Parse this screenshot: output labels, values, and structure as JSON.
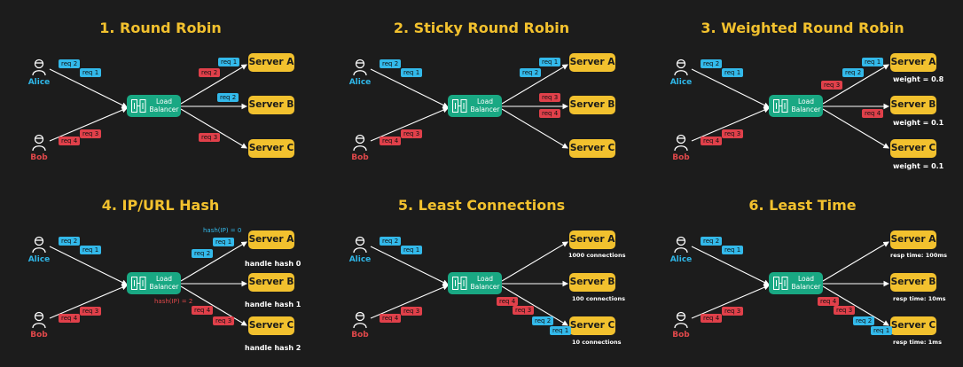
{
  "colors": {
    "background": "#1c1c1c",
    "title": "#f2c12e",
    "server": "#f2c12e",
    "load_balancer": "#19a883",
    "alice": "#2fb7e8",
    "bob": "#e0484a",
    "request_blue": "#33b9ea",
    "request_red": "#e0404a",
    "arrow": "#ffffff"
  },
  "common": {
    "alice": "Alice",
    "bob": "Bob",
    "lb_line1": "Load",
    "lb_line2": "Balancer",
    "server_a": "Server A",
    "server_b": "Server B",
    "server_c": "Server C",
    "person_icon": "user-icon",
    "lb_icon": "load-balancer-icon"
  },
  "panels": [
    {
      "title": "1. Round Robin",
      "alice_requests": [
        "req 2",
        "req 1"
      ],
      "bob_requests": [
        "req 4",
        "req 3"
      ],
      "to_a": [
        "req 1",
        "req 2"
      ],
      "to_b": [
        "req 2"
      ],
      "to_c": [
        "req 3"
      ]
    },
    {
      "title": "2. Sticky Round Robin",
      "alice_requests": [
        "req 2",
        "req 1"
      ],
      "bob_requests": [
        "req 4",
        "req 3"
      ],
      "to_a": [
        "req 1",
        "req 2"
      ],
      "to_b": [
        "req 3",
        "req 4"
      ],
      "to_c": []
    },
    {
      "title": "3. Weighted Round Robin",
      "alice_requests": [
        "req 2",
        "req 1"
      ],
      "bob_requests": [
        "req 4",
        "req 3"
      ],
      "to_a": [
        "req 1",
        "req 2",
        "req 3"
      ],
      "to_b": [
        "req 4"
      ],
      "to_c": [],
      "notes": [
        "weight = 0.8",
        "weight = 0.1",
        "weight = 0.1"
      ]
    },
    {
      "title": "4. IP/URL Hash",
      "alice_requests": [
        "req 2",
        "req 1"
      ],
      "bob_requests": [
        "req 4",
        "req 3"
      ],
      "to_a": [
        "req 1",
        "req 2"
      ],
      "to_b": [],
      "to_c": [
        "req 4",
        "req 3"
      ],
      "hash_top": "hash(IP) = 0",
      "hash_bottom": "hash(IP) = 2",
      "notes": [
        "handle hash 0",
        "handle hash 1",
        "handle hash 2"
      ]
    },
    {
      "title": "5. Least Connections",
      "alice_requests": [
        "req 2",
        "req 1"
      ],
      "bob_requests": [
        "req 4",
        "req 3"
      ],
      "to_a": [],
      "to_b": [],
      "to_c": [
        "req 4",
        "req 3",
        "req 2",
        "req 1"
      ],
      "notes": [
        "1000 connections",
        "100 connections",
        "10 connections"
      ]
    },
    {
      "title": "6. Least Time",
      "alice_requests": [
        "req 2",
        "req 1"
      ],
      "bob_requests": [
        "req 4",
        "req 3"
      ],
      "to_a": [],
      "to_b": [],
      "to_c": [
        "req 4",
        "req 3",
        "req 2",
        "req 1"
      ],
      "notes": [
        "resp time: 100ms",
        "resp time: 10ms",
        "resp time: 1ms"
      ]
    }
  ]
}
